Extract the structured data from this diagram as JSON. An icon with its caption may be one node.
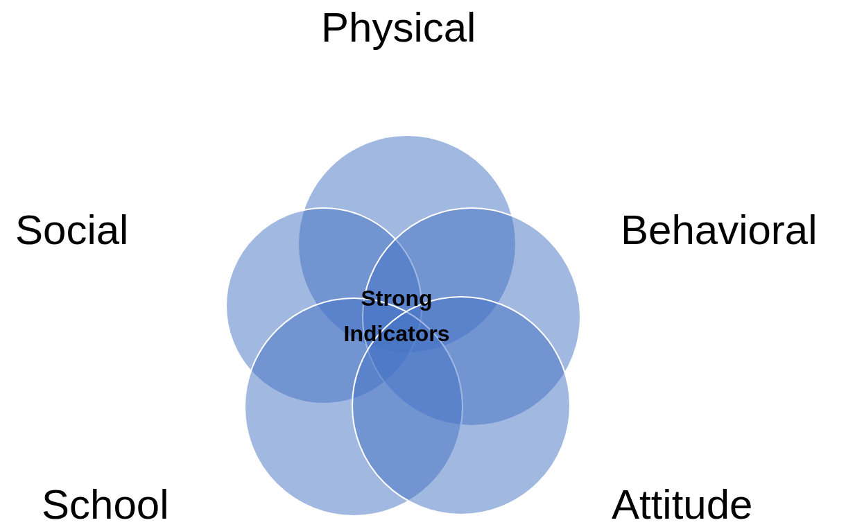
{
  "diagram": {
    "nodes": [
      {
        "text": [
          "Physical"
        ]
      },
      {
        "text": [
          "Social"
        ]
      },
      {
        "text": [
          "Behavioral"
        ]
      },
      {
        "text": [
          "School"
        ]
      },
      {
        "text": [
          "Attitude"
        ]
      }
    ],
    "labels": [
      "Strong Indicators"
    ]
  }
}
